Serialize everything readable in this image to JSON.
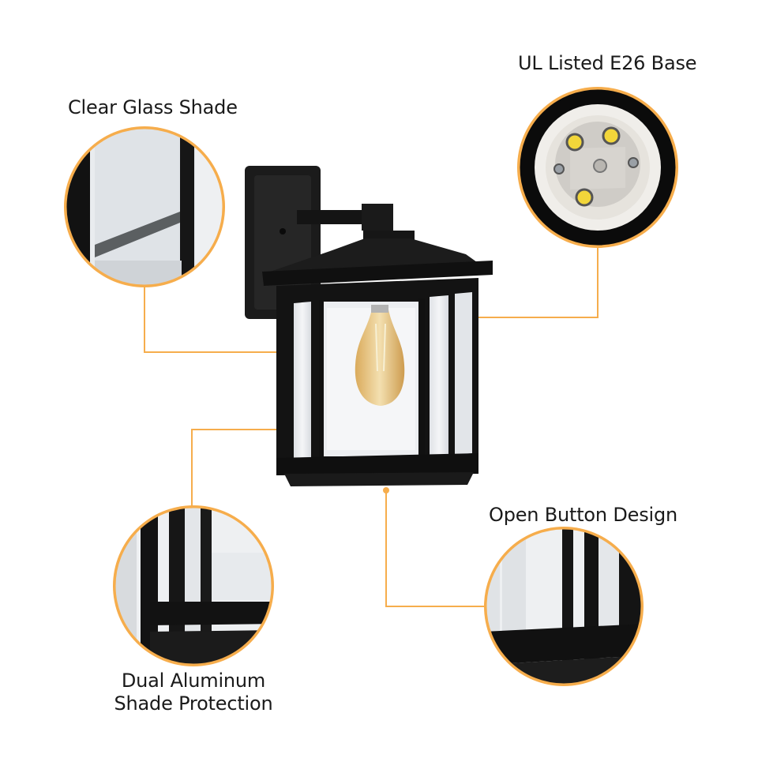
{
  "features": {
    "clear_glass_shade": "Clear Glass Shade",
    "ul_listed_base": "UL Listed E26 Base",
    "open_button_design": "Open Button Design",
    "dual_aluminum_line1": "Dual Aluminum",
    "dual_aluminum_line2": "Shade Protection"
  },
  "colors": {
    "callout_orange": "#f6ad4c",
    "fixture_black": "#111111",
    "background": "#ffffff"
  }
}
